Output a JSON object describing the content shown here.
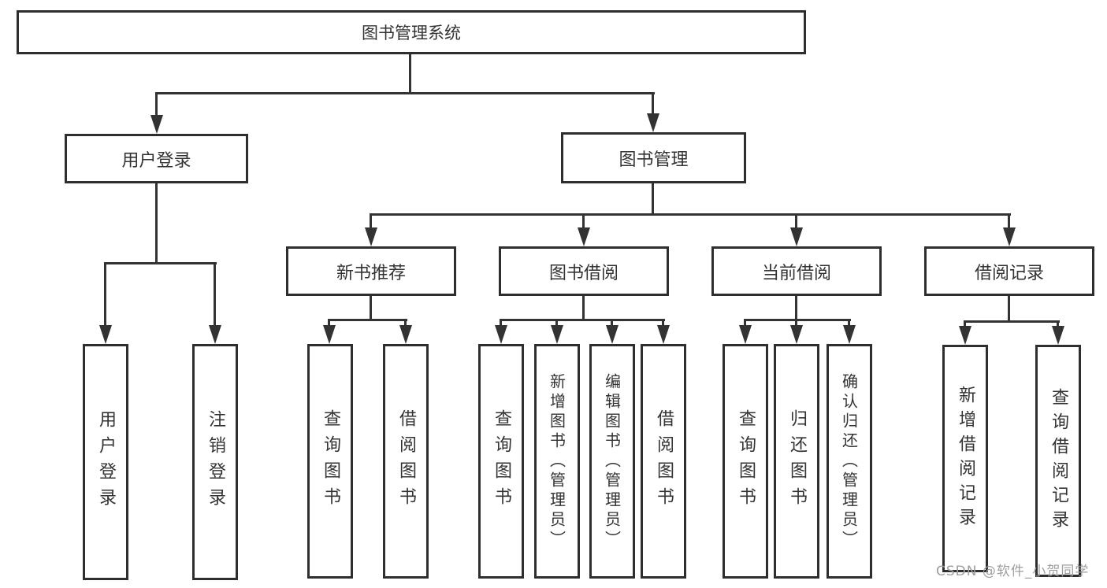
{
  "tree": {
    "root": {
      "label": "图书管理系统"
    },
    "level2": [
      {
        "label": "用户登录"
      },
      {
        "label": "图书管理"
      }
    ],
    "level3": [
      {
        "label": "新书推荐"
      },
      {
        "label": "图书借阅"
      },
      {
        "label": "当前借阅"
      },
      {
        "label": "借阅记录"
      }
    ],
    "level4": {
      "user_login": [
        {
          "label": "用户登录"
        },
        {
          "label": "注销登录"
        }
      ],
      "new_book_rec": [
        {
          "label": "查询图书"
        },
        {
          "label": "借阅图书"
        }
      ],
      "book_borrow": [
        {
          "label": "查询图书"
        },
        {
          "label": "新增图书（管理员）"
        },
        {
          "label": "编辑图书（管理员）"
        },
        {
          "label": "借阅图书"
        }
      ],
      "current_borrow": [
        {
          "label": "查询图书"
        },
        {
          "label": "归还图书"
        },
        {
          "label": "确认归还（管理员）"
        }
      ],
      "borrow_record": [
        {
          "label": "新增借阅记录"
        },
        {
          "label": "查询借阅记录"
        }
      ]
    }
  },
  "watermark": {
    "text": "CSDN @软件_小贺同学",
    "color": "#9e9e9e"
  },
  "colors": {
    "line": "#333333",
    "border": "#2e2e2e",
    "text": "#333333",
    "background": "#ffffff"
  }
}
